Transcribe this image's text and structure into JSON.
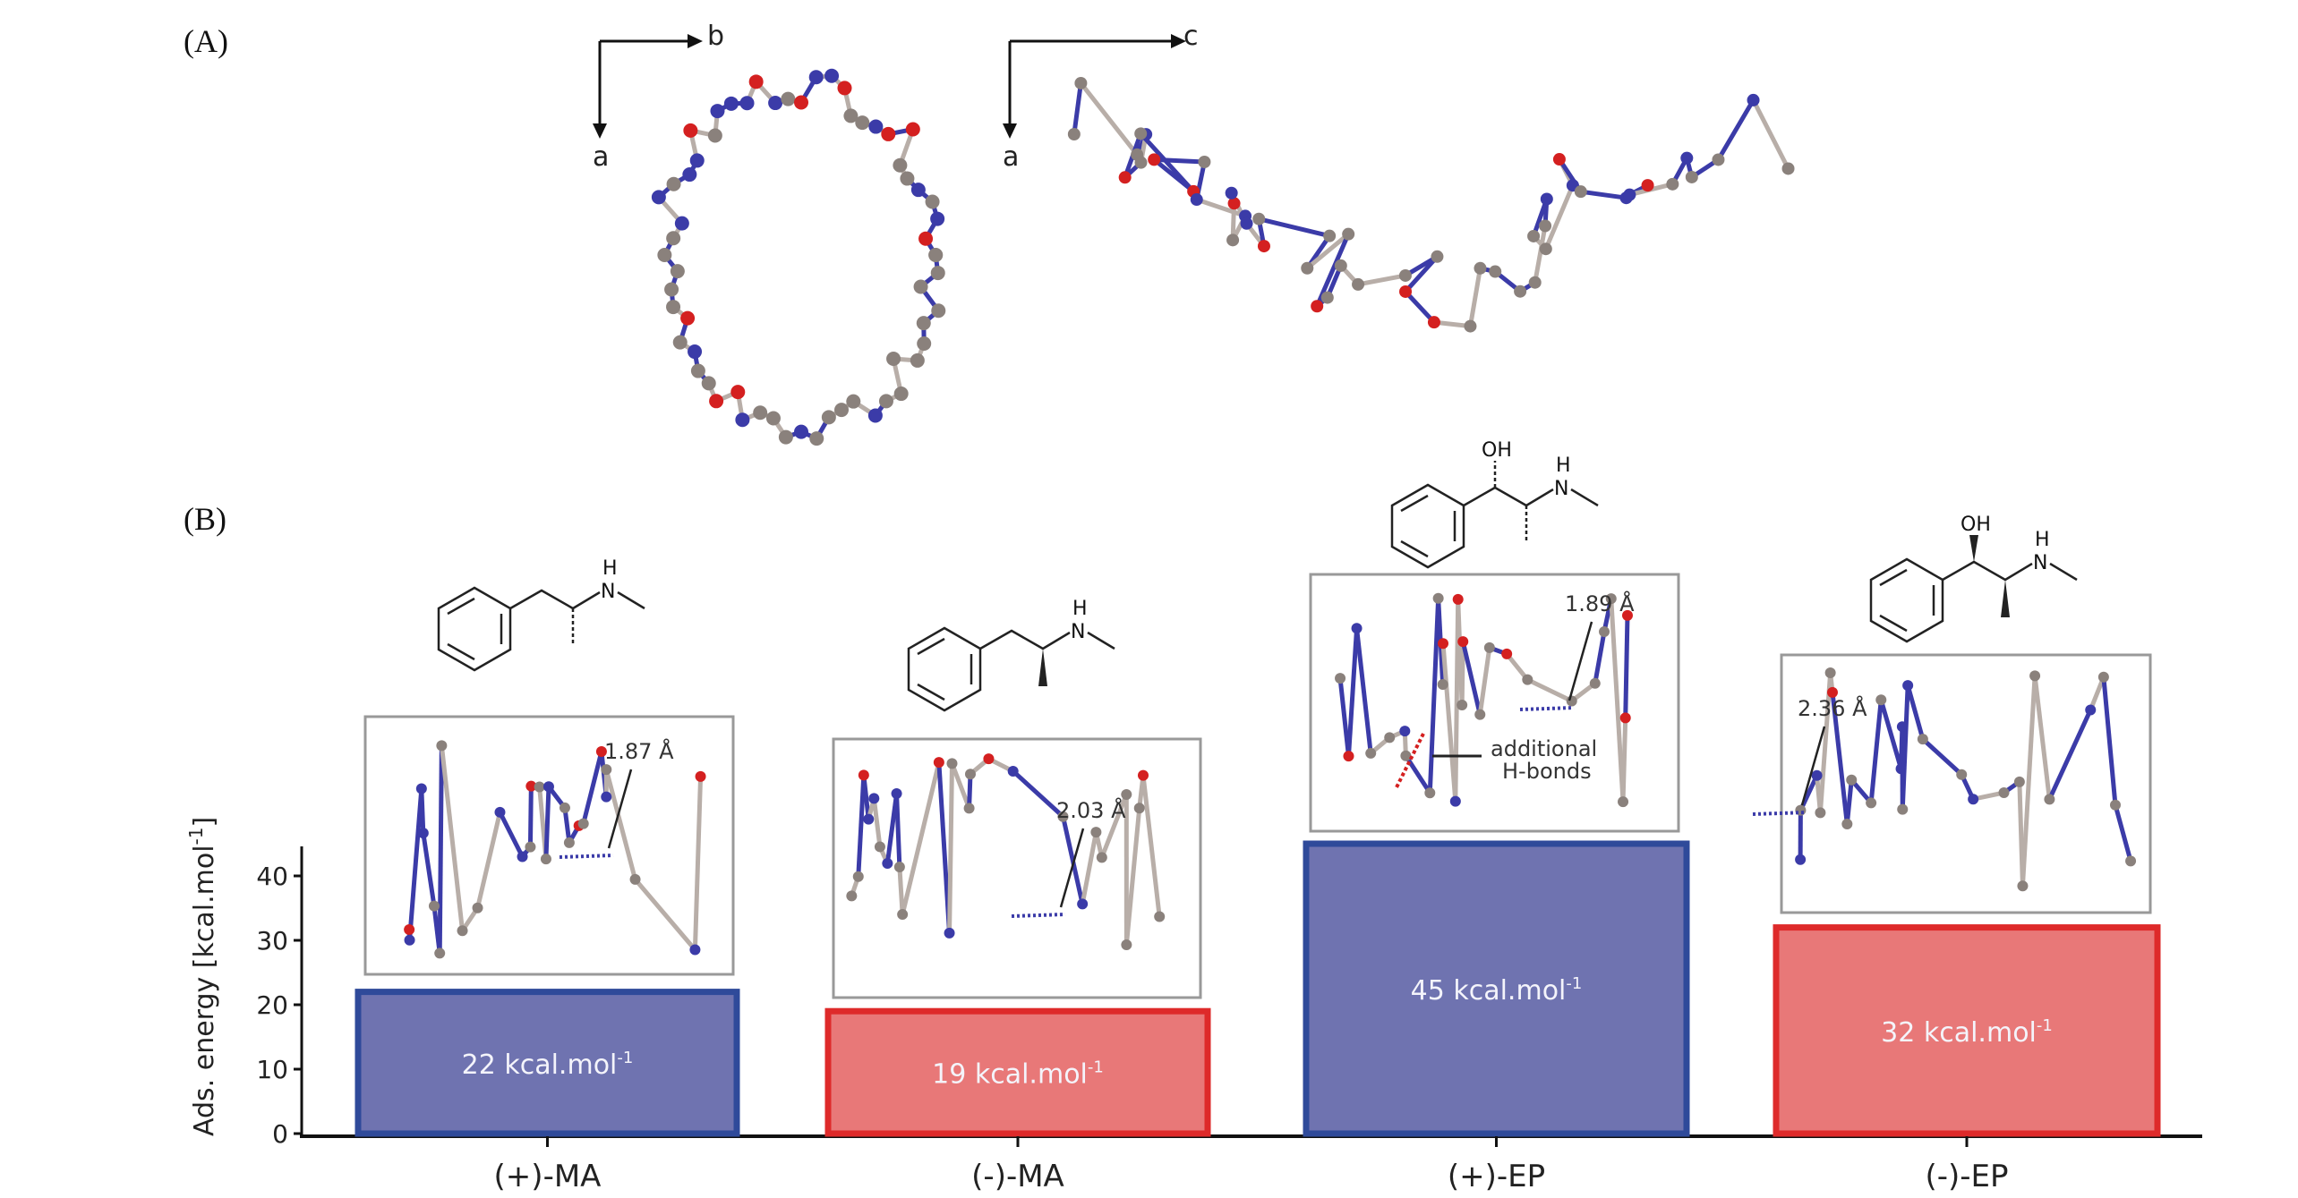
{
  "panels": {
    "a_label": "(A)",
    "b_label": "(B)"
  },
  "crystal_axes": {
    "view1": {
      "horizontal": "b",
      "vertical": "a"
    },
    "view2": {
      "horizontal": "c",
      "vertical": "a"
    }
  },
  "structures": {
    "oh_label": "OH",
    "h_label": "H",
    "n_label": "N"
  },
  "insets": [
    {
      "distance": "1.87 Å"
    },
    {
      "distance": "2.03 Å"
    },
    {
      "distance": "1.89 Å",
      "note_line1": "additional",
      "note_line2": "H-bonds"
    },
    {
      "distance": "2.36 Å"
    }
  ],
  "colors": {
    "blue_fill": "#6f73b0",
    "blue_border": "#2f4a9a",
    "red_fill": "#e87878",
    "red_border": "#de2a2a",
    "atom_c": "#8a817c",
    "atom_n": "#3b3ba8",
    "atom_o": "#d42020"
  },
  "chart_data": {
    "type": "bar",
    "categories": [
      "(+)-MA",
      "(-)-MA",
      "(+)-EP",
      "(-)-EP"
    ],
    "values": [
      22,
      19,
      45,
      32
    ],
    "bar_labels": [
      "22 kcal.mol",
      "19 kcal.mol",
      "45 kcal.mol",
      "32 kcal.mol"
    ],
    "bar_label_superscript": "-1",
    "bar_colors": [
      "blue",
      "red",
      "blue",
      "red"
    ],
    "ylabel": "Ads. energy [kcal.mol",
    "ylabel_superscript": "-1",
    "ylabel_close": "]",
    "yticks": [
      "0",
      "10",
      "20",
      "30",
      "40"
    ],
    "ylim": [
      0,
      45
    ],
    "xlabel": ""
  }
}
